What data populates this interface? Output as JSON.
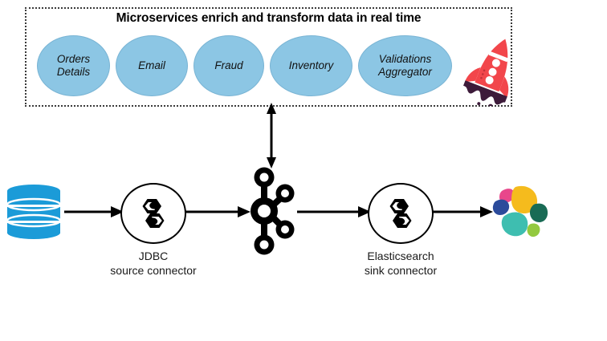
{
  "diagram": {
    "title": "Microservices enrich and transform data in real time",
    "microservices": [
      {
        "name": "orders-details",
        "lines": [
          "Orders",
          "Details"
        ]
      },
      {
        "name": "email",
        "lines": [
          "Email"
        ]
      },
      {
        "name": "fraud",
        "lines": [
          "Fraud"
        ]
      },
      {
        "name": "inventory",
        "lines": [
          "Inventory"
        ]
      },
      {
        "name": "validations-aggregator",
        "lines": [
          "Validations",
          "Aggregator"
        ]
      }
    ],
    "ms_labels": {
      "e0_l1": "Orders",
      "e0_l2": "Details",
      "e1_l1": "Email",
      "e2_l1": "Fraud",
      "e3_l1": "Inventory",
      "e4_l1": "Validations",
      "e4_l2": "Aggregator"
    },
    "pipeline": {
      "source_db": {
        "icon": "database-icon",
        "label": ""
      },
      "jdbc_connector": {
        "icon": "kafka-connect-icon",
        "label_line1": "JDBC",
        "label_line2": "source connector"
      },
      "broker": {
        "icon": "apache-kafka-icon",
        "label": ""
      },
      "es_connector": {
        "icon": "kafka-connect-icon",
        "label_line1": "Elasticsearch",
        "label_line2": "sink connector"
      },
      "sink_store": {
        "icon": "elasticsearch-icon",
        "label": ""
      }
    },
    "connections": [
      {
        "name": "db-to-jdbc",
        "type": "arrow-right"
      },
      {
        "name": "jdbc-to-kafka",
        "type": "arrow-right"
      },
      {
        "name": "kafka-to-es-connector",
        "type": "arrow-right"
      },
      {
        "name": "es-connector-to-elasticsearch",
        "type": "arrow-right"
      },
      {
        "name": "microservices-to-kafka",
        "type": "arrow-double-vertical"
      }
    ],
    "colors": {
      "ellipse_fill": "#8CC6E4",
      "database_blue": "#1B9BD8",
      "rocket_body": "#F2464B",
      "rocket_flame": "#3D1B3A",
      "es_yellow": "#F5BB1D",
      "es_teal": "#3EBEB0",
      "es_pink": "#E8478B",
      "es_blue": "#2B4B9B",
      "es_darkgreen": "#196B55",
      "es_lightgreen": "#93C93F",
      "stroke": "#000000"
    }
  }
}
